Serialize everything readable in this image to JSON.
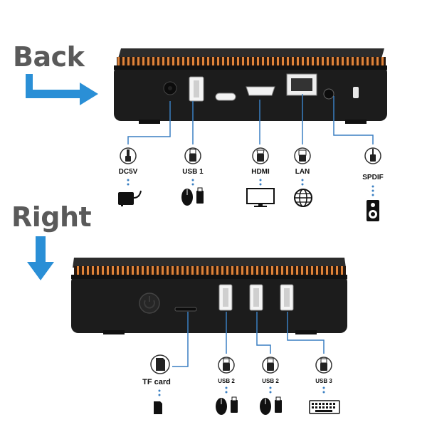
{
  "sections": {
    "back": {
      "title": "Back"
    },
    "right": {
      "title": "Right"
    }
  },
  "back_ports": [
    {
      "label": "DC5V",
      "icon": "dc-plug-icon",
      "device": "power-adapter-icon"
    },
    {
      "label": "USB 1",
      "icon": "usb-plug-icon",
      "device": "mouse-and-usb-stick-icon"
    },
    {
      "label": "HDMI",
      "icon": "hdmi-plug-icon",
      "device": "monitor-icon"
    },
    {
      "label": "LAN",
      "icon": "ethernet-plug-icon",
      "device": "globe-icon"
    },
    {
      "label": "SPDIF",
      "icon": "audio-plug-icon",
      "device": "speaker-icon"
    }
  ],
  "right_ports": [
    {
      "label": "TF card",
      "icon": "sd-card-icon",
      "device": "micro-sd-icon"
    },
    {
      "label": "USB 2",
      "icon": "usb-plug-icon",
      "device": "mouse-and-usb-stick-icon"
    },
    {
      "label": "USB 2",
      "icon": "usb-plug-icon",
      "device": "mouse-and-usb-stick-icon"
    },
    {
      "label": "USB 3",
      "icon": "usb-plug-icon",
      "device": "keyboard-icon"
    }
  ],
  "colors": {
    "arrow_blue": "#2a8fd6",
    "line_blue": "#3a7fc2",
    "box_body": "#1c1c1c",
    "vent_orange": "#d8782a",
    "title_gray": "#5a5a5a"
  }
}
